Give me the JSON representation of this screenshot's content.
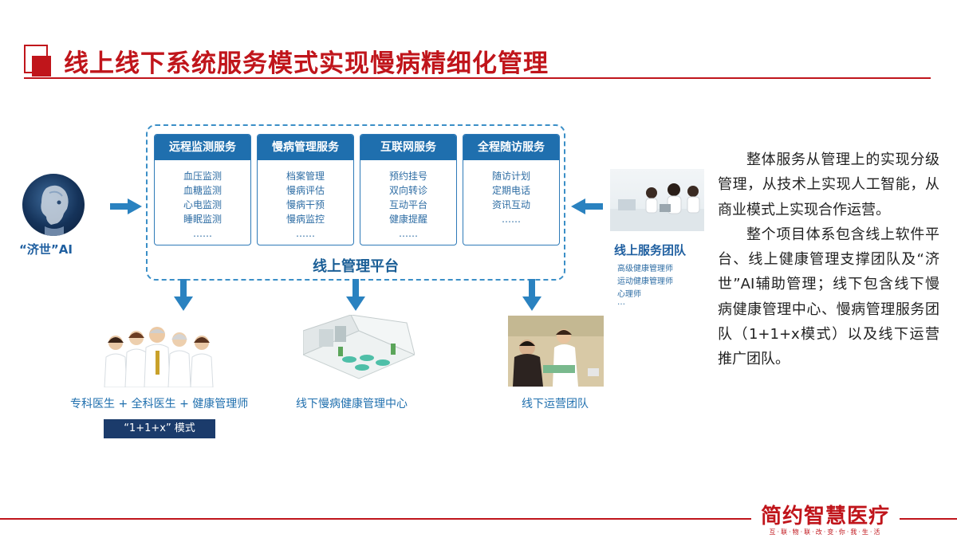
{
  "title": "线上线下系统服务模式实现慢病精细化管理",
  "platform": {
    "label": "线上管理平台",
    "services": [
      {
        "name": "远程监测服务",
        "items": [
          "血压监测",
          "血糖监测",
          "心电监测",
          "睡眠监测",
          "……"
        ]
      },
      {
        "name": "慢病管理服务",
        "items": [
          "档案管理",
          "慢病评估",
          "慢病干预",
          "慢病监控",
          "……"
        ]
      },
      {
        "name": "互联网服务",
        "items": [
          "预约挂号",
          "双向转诊",
          "互动平台",
          "健康提醒",
          "……"
        ]
      },
      {
        "name": "全程随访服务",
        "items": [
          "随访计划",
          "定期电话",
          "资讯互动",
          "……"
        ]
      }
    ]
  },
  "ai": {
    "label": "“济世”AI"
  },
  "online_team": {
    "title": "线上服务团队",
    "members": [
      "高级健康管理师",
      "运动健康管理师",
      "心理师",
      "…"
    ]
  },
  "bottom": {
    "doctors_label": "专科医生 + 全科医生 + 健康管理师",
    "mode_label": "“1+1+x” 模式",
    "center_label": "线下慢病健康管理中心",
    "ops_label": "线下运营团队"
  },
  "paragraphs": [
    "整体服务从管理上的实现分级管理，从技术上实现人工智能，从商业模式上实现合作运营。",
    "整个项目体系包含线上软件平台、线上健康管理支撑团队及“济世”AI辅助管理；线下包含线下慢病健康管理中心、慢病管理服务团队（1+1+x模式）以及线下运营推广团队。"
  ],
  "footer": {
    "logo_main": "简约智慧医疗",
    "logo_sub": "互·联·物·联·改·变·你·我·生·活"
  },
  "colors": {
    "accent_red": "#c0151b",
    "primary_blue": "#1f6fae",
    "arrow_blue": "#2a82c0",
    "dark_navy": "#1b3b6b"
  }
}
